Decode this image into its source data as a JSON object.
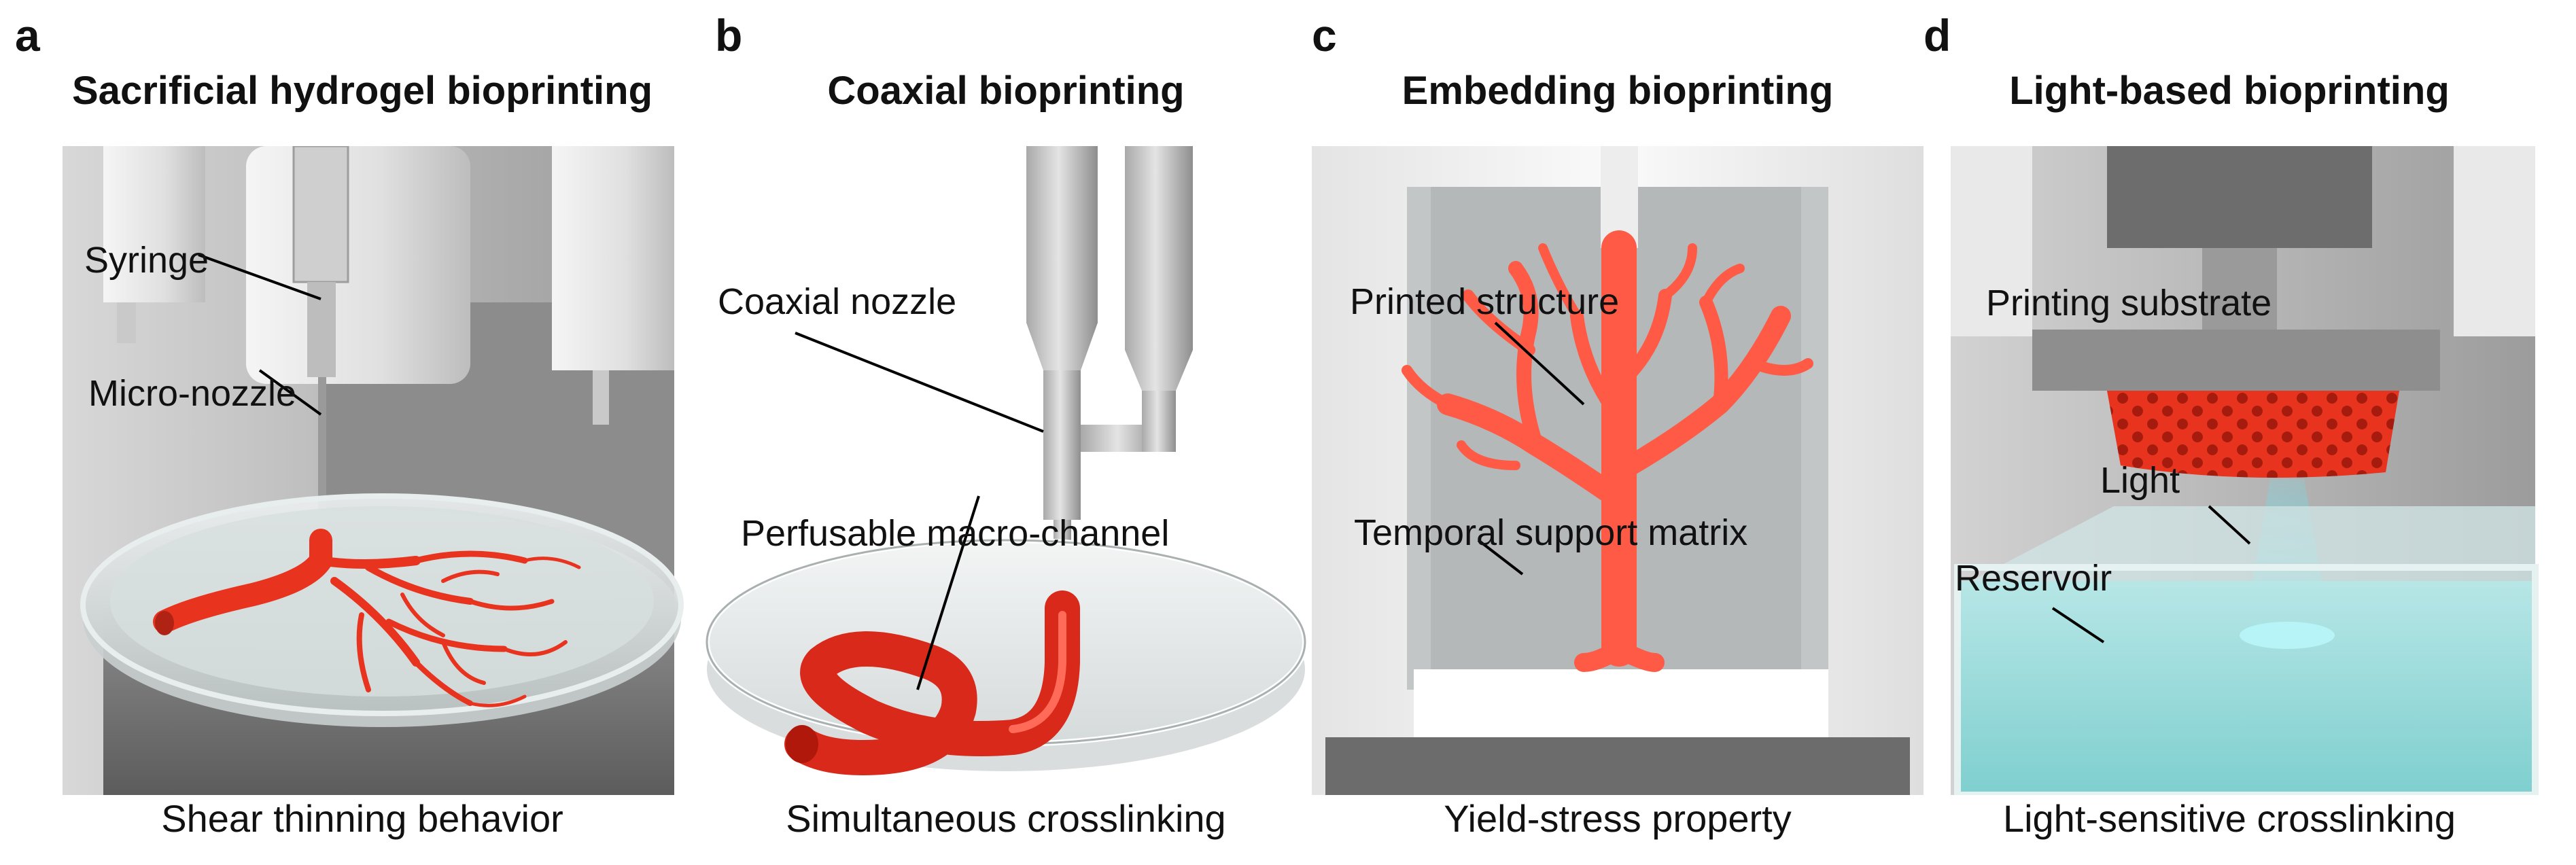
{
  "panels": [
    {
      "letter": "a",
      "title": "Sacrificial hydrogel bioprinting",
      "caption": "Shear thinning behavior",
      "labels": [
        "Syringe",
        "Micro-nozzle"
      ]
    },
    {
      "letter": "b",
      "title": "Coaxial bioprinting",
      "caption": "Simultaneous crosslinking",
      "labels": [
        "Coaxial nozzle",
        "Perfusable macro-channel"
      ]
    },
    {
      "letter": "c",
      "title": "Embedding bioprinting",
      "caption": "Yield-stress property",
      "labels": [
        "Printed structure",
        "Temporal support matrix"
      ]
    },
    {
      "letter": "d",
      "title": "Light-based bioprinting",
      "caption": "Light-sensitive crosslinking",
      "labels": [
        "Printing substrate",
        "Light",
        "Reservoir"
      ]
    }
  ],
  "colors": {
    "bio": "#e8331e",
    "bio_light": "#ff5a45",
    "metal": "#b8b8b8",
    "metal_dark": "#7e7e7e",
    "gel": "#b7bcbc",
    "water": "#8fd6d6"
  }
}
